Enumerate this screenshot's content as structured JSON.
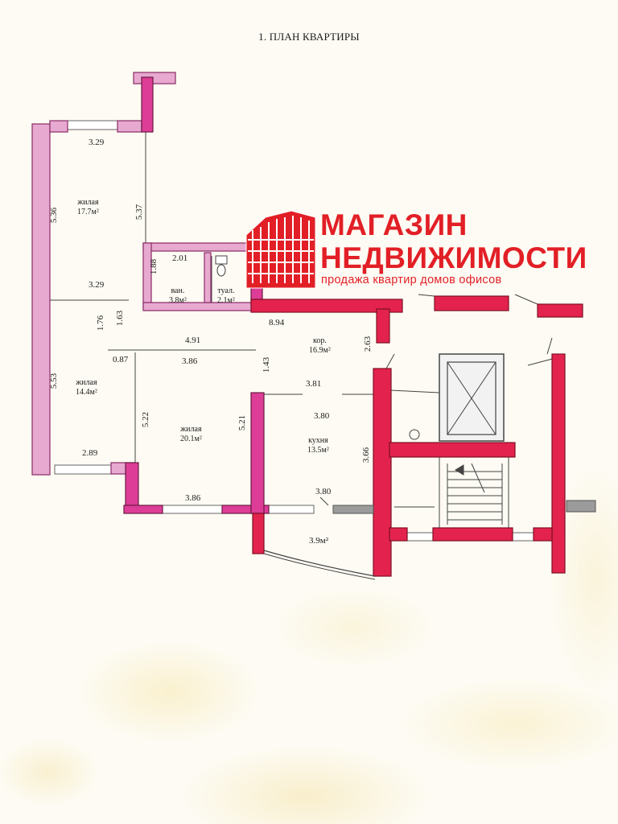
{
  "page": {
    "title": "1. ПЛАН КВАРТИРЫ"
  },
  "logo": {
    "line1": "МАГАЗИН",
    "line2": "НЕДВИЖИМОСТИ",
    "tagline": "продажа квартир домов офисов",
    "color": "#e21f26"
  },
  "colors": {
    "wall_pink": "#dd3d96",
    "wall_red": "#e3234e",
    "wall_light": "#e7a9d0",
    "wall_gray": "#9b9b9b"
  },
  "rooms": {
    "room_a": {
      "name": "жилая",
      "area": "17.7м²"
    },
    "room_b": {
      "name": "жилая",
      "area": "14.4м²"
    },
    "room_c": {
      "name": "жилая",
      "area": "20.1м²"
    },
    "bath": {
      "name": "ван.",
      "area": "3.8м²"
    },
    "toilet": {
      "name": "туал.",
      "area": "2.1м²"
    },
    "corridor": {
      "name": "кор.",
      "area": "16.9м²"
    },
    "kitchen": {
      "name": "кухня",
      "area": "13.5м²"
    },
    "balcony": {
      "area": "3.9м²"
    }
  },
  "dims": {
    "d1": "3.29",
    "d2": "5.36",
    "d3": "5.37",
    "d4": "3.29",
    "d5": "2.01",
    "d6": "1.88",
    "d7": "1.76",
    "d8": "1.63",
    "d9": "8.94",
    "d10": "4.91",
    "d11": "0.87",
    "d12": "3.86",
    "d13": "1.43",
    "d14": "2.63",
    "d15": "5.53",
    "d16": "5.22",
    "d17": "5.21",
    "d18": "3.81",
    "d19": "3.80",
    "d20": "3.66",
    "d21": "2.89",
    "d22": "3.86",
    "d23": "3.80"
  }
}
